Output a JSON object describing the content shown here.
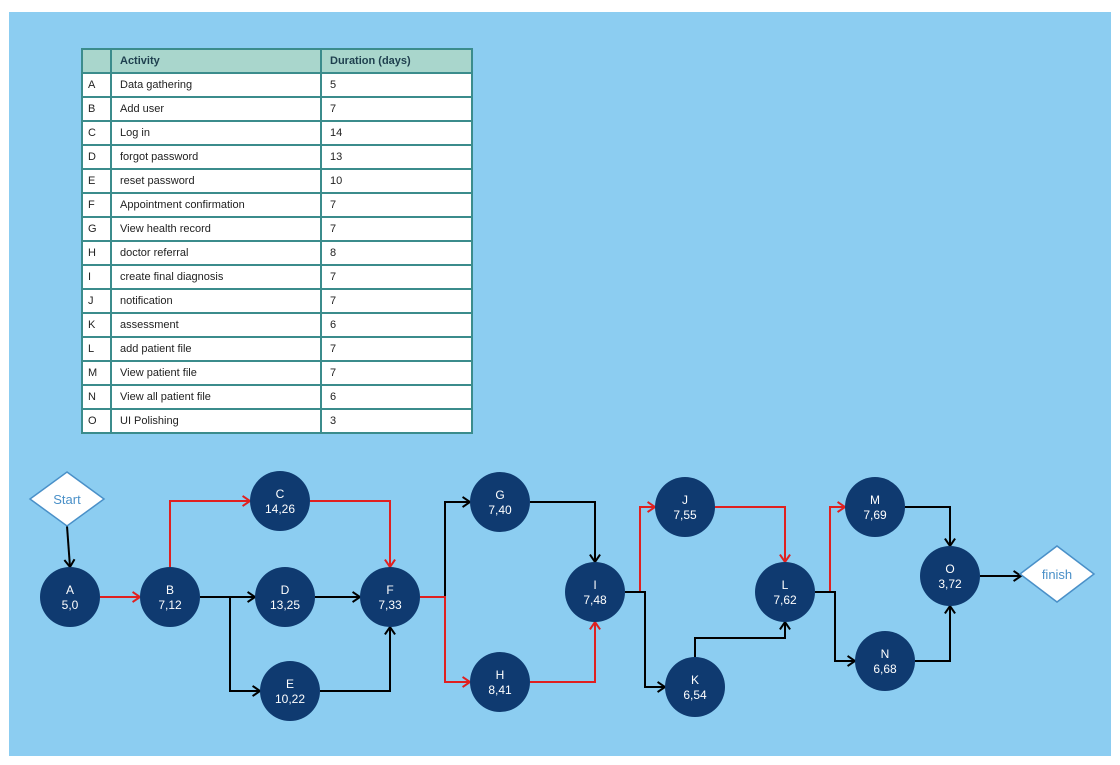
{
  "table": {
    "headers": [
      "",
      "Activity",
      "Duration (days)"
    ],
    "rows": [
      [
        "A",
        "Data gathering",
        "5"
      ],
      [
        "B",
        "Add user",
        "7"
      ],
      [
        "C",
        "Log in",
        "14"
      ],
      [
        "D",
        "forgot password",
        "13"
      ],
      [
        "E",
        "reset password",
        "10"
      ],
      [
        "F",
        "Appointment confirmation",
        "7"
      ],
      [
        "G",
        "View health record",
        "7"
      ],
      [
        "H",
        "doctor referral",
        "8"
      ],
      [
        "I",
        "create final diagnosis",
        "7"
      ],
      [
        "J",
        "notification",
        "7"
      ],
      [
        "K",
        "assessment",
        "6"
      ],
      [
        "L",
        "add patient file",
        "7"
      ],
      [
        "M",
        "View patient file",
        "7"
      ],
      [
        "N",
        "View all patient file",
        "6"
      ],
      [
        "O",
        "UI Polishing",
        "3"
      ]
    ]
  },
  "diagram": {
    "colors": {
      "background": "#8ccdf1",
      "node_fill": "#0f3a70",
      "critical_edge": "#e02020",
      "normal_edge": "#000000",
      "terminal_stroke": "#4a90c8"
    },
    "terminals": {
      "start": "Start",
      "finish": "finish"
    },
    "nodes": [
      {
        "id": "A",
        "label": "A",
        "values": "5,0"
      },
      {
        "id": "B",
        "label": "B",
        "values": "7,12"
      },
      {
        "id": "C",
        "label": "C",
        "values": "14,26"
      },
      {
        "id": "D",
        "label": "D",
        "values": "13,25"
      },
      {
        "id": "E",
        "label": "E",
        "values": "10,22"
      },
      {
        "id": "F",
        "label": "F",
        "values": "7,33"
      },
      {
        "id": "G",
        "label": "G",
        "values": "7,40"
      },
      {
        "id": "H",
        "label": "H",
        "values": "8,41"
      },
      {
        "id": "I",
        "label": "I",
        "values": "7,48"
      },
      {
        "id": "J",
        "label": "J",
        "values": "7,55"
      },
      {
        "id": "K",
        "label": "K",
        "values": "6,54"
      },
      {
        "id": "L",
        "label": "L",
        "values": "7,62"
      },
      {
        "id": "M",
        "label": "M",
        "values": "7,69"
      },
      {
        "id": "N",
        "label": "N",
        "values": "6,68"
      },
      {
        "id": "O",
        "label": "O",
        "values": "3,72"
      }
    ],
    "edges": [
      {
        "from": "Start",
        "to": "A",
        "critical": false
      },
      {
        "from": "A",
        "to": "B",
        "critical": true
      },
      {
        "from": "B",
        "to": "C",
        "critical": true
      },
      {
        "from": "B",
        "to": "D",
        "critical": false
      },
      {
        "from": "B",
        "to": "E",
        "critical": false
      },
      {
        "from": "C",
        "to": "F",
        "critical": true
      },
      {
        "from": "D",
        "to": "F",
        "critical": false
      },
      {
        "from": "E",
        "to": "F",
        "critical": false
      },
      {
        "from": "F",
        "to": "G",
        "critical": false
      },
      {
        "from": "F",
        "to": "H",
        "critical": true
      },
      {
        "from": "G",
        "to": "I",
        "critical": false
      },
      {
        "from": "H",
        "to": "I",
        "critical": true
      },
      {
        "from": "I",
        "to": "J",
        "critical": true
      },
      {
        "from": "I",
        "to": "K",
        "critical": false
      },
      {
        "from": "J",
        "to": "L",
        "critical": true
      },
      {
        "from": "K",
        "to": "L",
        "critical": false
      },
      {
        "from": "L",
        "to": "M",
        "critical": true
      },
      {
        "from": "L",
        "to": "N",
        "critical": false
      },
      {
        "from": "M",
        "to": "O",
        "critical": false
      },
      {
        "from": "N",
        "to": "O",
        "critical": false
      },
      {
        "from": "O",
        "to": "finish",
        "critical": false
      }
    ]
  }
}
